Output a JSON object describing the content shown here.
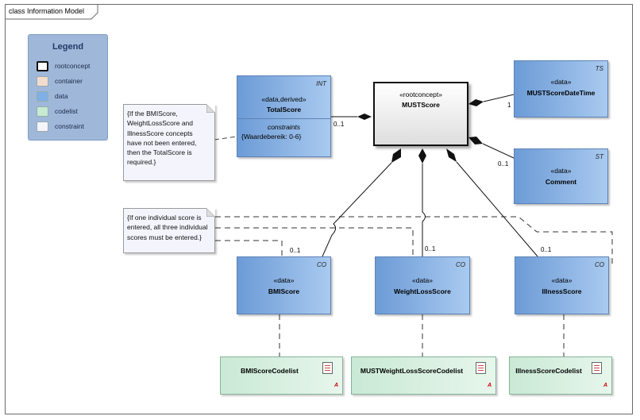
{
  "diagram": {
    "title": "class Information Model"
  },
  "legend": {
    "title": "Legend",
    "items": [
      {
        "label": "rootconcept",
        "color": "#ffffff"
      },
      {
        "label": "container",
        "color": "#f2dccf"
      },
      {
        "label": "data",
        "color": "#7fb0e6"
      },
      {
        "label": "codelist",
        "color": "#c6ead3"
      },
      {
        "label": "constraint",
        "color": "#f4f4fd"
      }
    ]
  },
  "classes": {
    "root": {
      "stereotype": "«rootconcept»",
      "name": "MUSTScore"
    },
    "total": {
      "tag": "INT",
      "stereotype": "«data,derived»",
      "name": "TotalScore",
      "section": "constraints",
      "constraint": "{Waardebereik: 0-6}"
    },
    "datetime": {
      "tag": "TS",
      "stereotype": "«data»",
      "name": "MUSTScoreDateTime"
    },
    "comment": {
      "tag": "ST",
      "stereotype": "«data»",
      "name": "Comment"
    },
    "bmi": {
      "tag": "CO",
      "stereotype": "«data»",
      "name": "BMIScore"
    },
    "weight": {
      "tag": "CO",
      "stereotype": "«data»",
      "name": "WeightLossScore"
    },
    "illness": {
      "tag": "CO",
      "stereotype": "«data»",
      "name": "IllnessScore"
    }
  },
  "codelists": {
    "bmi": {
      "name": "BMIScoreCodelist",
      "badge": "A"
    },
    "weight": {
      "name": "MUSTWeightLossScoreCodelist",
      "badge": "A"
    },
    "illness": {
      "name": "IllnessScoreCodelist",
      "badge": "A"
    }
  },
  "notes": {
    "total": "{If the BMIScore, WeightLossScore and IllnessScore concepts have not been entered, then the TotalScore is required.}",
    "scores": "{If one individual score is entered, all three individual scores must be entered.}"
  },
  "multiplicities": {
    "total": "0..1",
    "datetime": "1",
    "comment": "0..1",
    "bmi": "0..1",
    "weight": "0..1",
    "illness": "0..1"
  }
}
